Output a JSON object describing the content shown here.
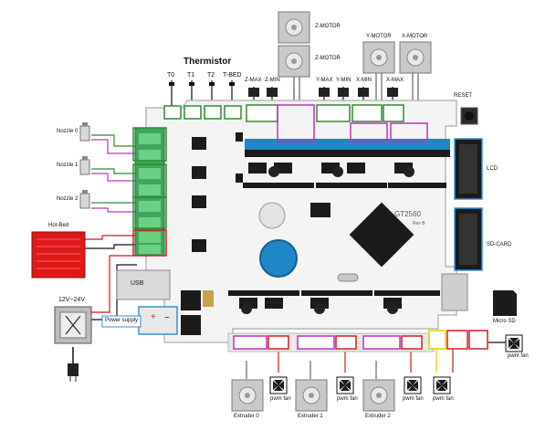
{
  "labels": {
    "thermistor": "Thermistor",
    "t0": "T0",
    "t1": "T1",
    "t2": "T2",
    "tbed": "T-BED",
    "z_motor_top": "Z-MOTOR",
    "z_motor_bottom": "Z-MOTOR",
    "y_motor": "Y-MOTOR",
    "x_motor": "X-MOTOR",
    "z_max": "Z-MAX",
    "z_min": "Z-MIN",
    "y_max": "Y-MAX",
    "y_min": "Y-MIN",
    "x_min": "X-MIN",
    "x_max": "X-MAX",
    "reset": "RESET",
    "nozzle0": "Nozzle 0",
    "nozzle1": "Nozzle 1",
    "nozzle2": "Nozzle 2",
    "hot_bed": "Hot-Bed",
    "usb": "USB",
    "supply_voltage": "12V~24V",
    "power_supply": "Power supply",
    "lcd": "LCD",
    "sd_card": "SD-CARD",
    "micro_sd": "Micro SD",
    "pwm_fan": "pwm fan",
    "extruder0": "Extruder 0",
    "extruder1": "Extruder 1",
    "extruder2": "Extruder 2",
    "board_name": "GT2560",
    "board_rev": "Rev B"
  },
  "colors": {
    "board": "#f4f4f4",
    "board_edge": "#b9b9b9",
    "terminal_green": "#3fa75b",
    "header_blue": "#1f86c8",
    "header_black": "#1b1b1b",
    "highlight_magenta": "#c030c0",
    "highlight_green": "#2e8b2e",
    "highlight_red": "#d61f1f",
    "highlight_yellow": "#e8c800",
    "highlight_blue": "#3a8fd6",
    "hotbed_red": "#e01818",
    "wire_red": "#cc1a1a",
    "wire_black": "#111111"
  }
}
